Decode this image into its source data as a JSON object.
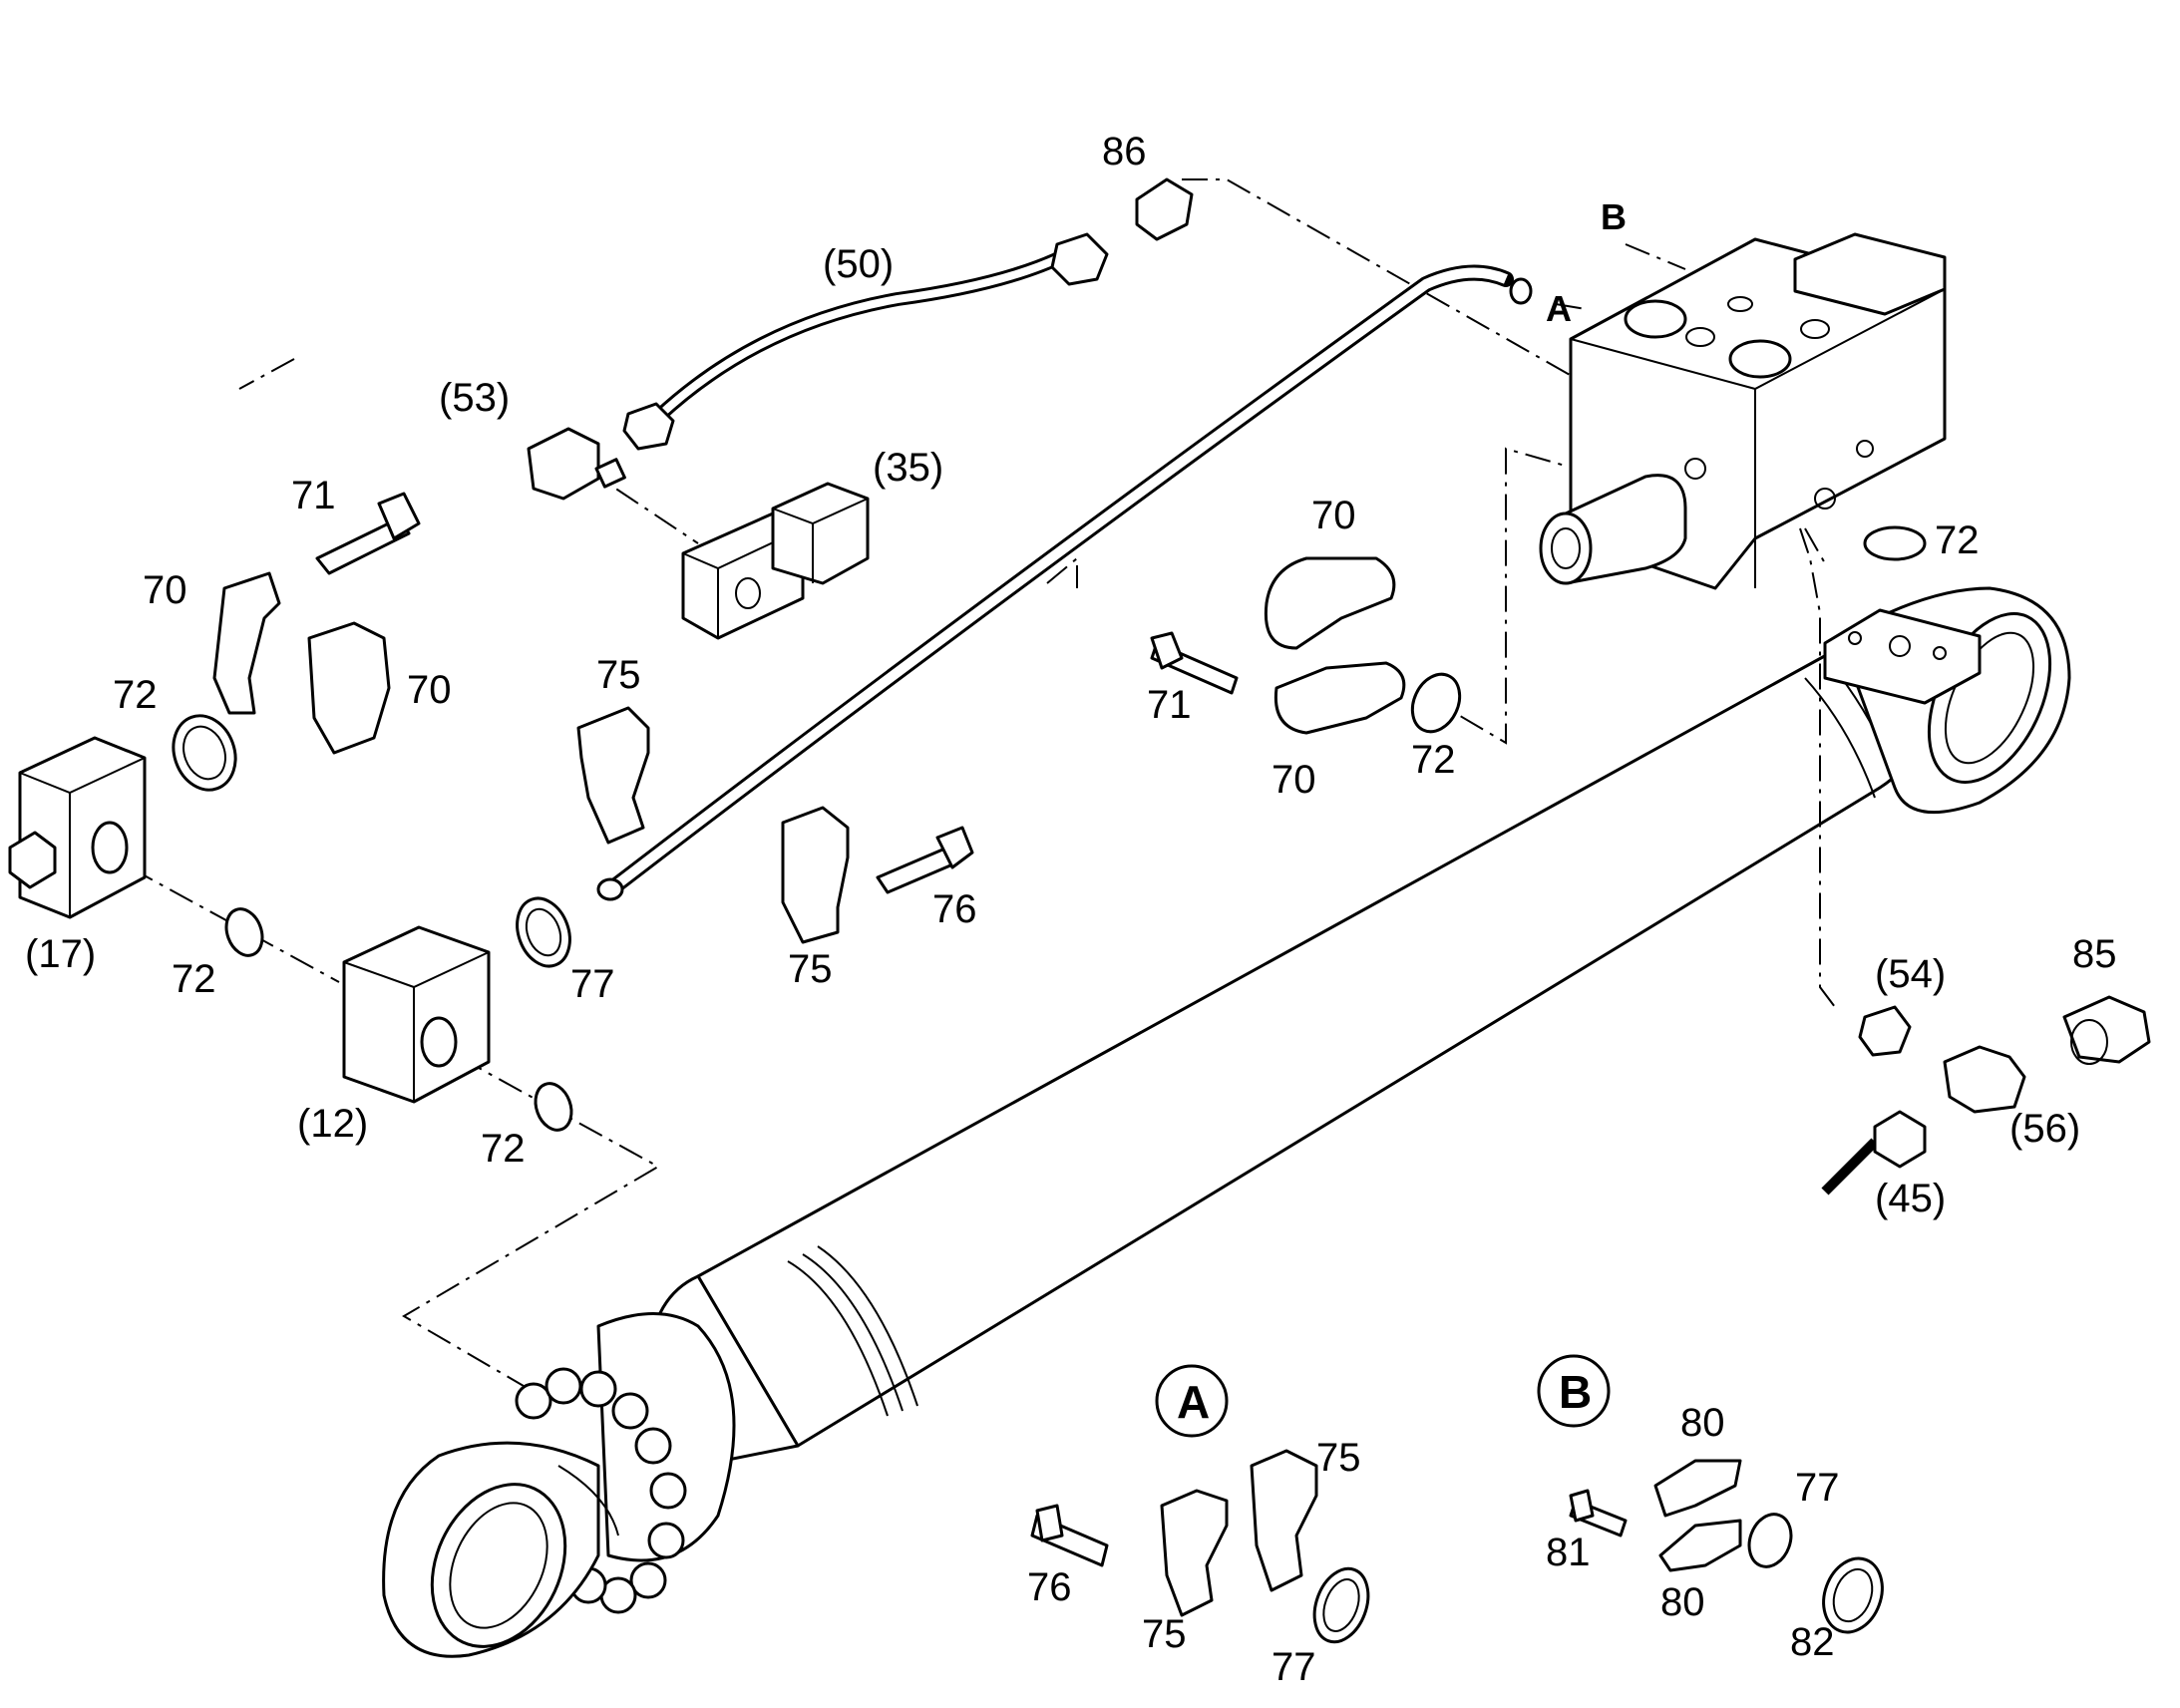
{
  "labels": {
    "l86": "86",
    "l50": "(50)",
    "l53": "(53)",
    "l35": "(35)",
    "l71a": "71",
    "l70a": "70",
    "l70b": "70",
    "l72a": "72",
    "l17": "(17)",
    "l72b": "72",
    "l12": "(12)",
    "l72c": "72",
    "l75a": "75",
    "l77a": "77",
    "l75b": "75",
    "l76a": "76",
    "l70c": "70",
    "l71b": "71",
    "l70d": "70",
    "l72d": "72",
    "lB": "B",
    "lA": "A",
    "l72e": "72",
    "l54": "(54)",
    "l85": "85",
    "l56": "(56)",
    "l45": "(45)",
    "dA": {
      "callout": "A",
      "l75a": "75",
      "l76": "76",
      "l75b": "75",
      "l77": "77"
    },
    "dB": {
      "callout": "B",
      "l80a": "80",
      "l77": "77",
      "l81": "81",
      "l80b": "80",
      "l82": "82"
    }
  }
}
